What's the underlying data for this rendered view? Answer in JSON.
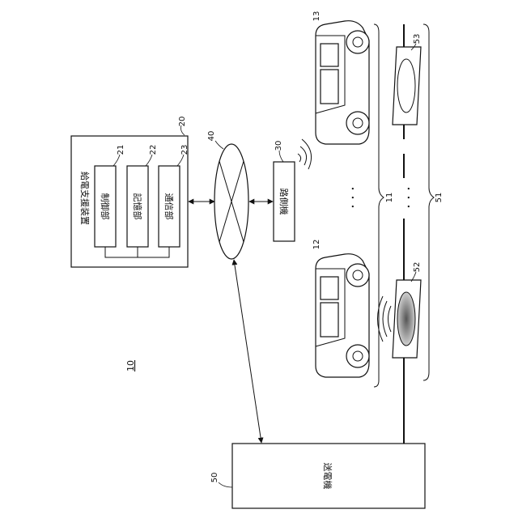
{
  "figure": {
    "system_ref": "10",
    "labels": {
      "support_device": "給電支援装置",
      "control": "制御部",
      "storage": "記憶部",
      "comm": "通信部",
      "roadside": "路側機",
      "transmitter": "送電機"
    },
    "refs": {
      "device": "20",
      "control": "21",
      "storage": "22",
      "comm": "23",
      "roadside": "30",
      "network": "40",
      "transmitter": "50",
      "lane": "51",
      "pad_near": "52",
      "pad_far": "53",
      "vehicles": "11",
      "vehicle_near": "12",
      "vehicle_far": "13"
    },
    "ellipsis": "・・・"
  }
}
